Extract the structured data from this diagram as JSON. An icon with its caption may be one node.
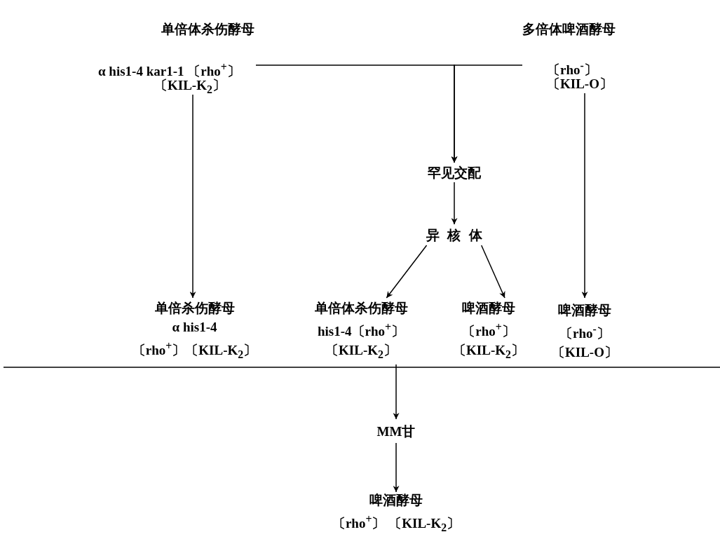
{
  "diagram": {
    "nodes": [
      {
        "text": [
          "单倍体杀伤酵母",
          "α his1-4 kar1-1 〔rho$^{+}$〕",
          "〔KIL-K$_{2}$〕"
        ]
      },
      {
        "text": [
          "多倍体啤酒酵母",
          "〔rho$^{-}$〕",
          "〔KIL-O〕"
        ]
      },
      {
        "text": [
          "罕见交配"
        ]
      },
      {
        "text": [
          "异核体"
        ]
      },
      {
        "text": [
          "单倍杀伤酵母",
          "α his1-4",
          "〔rho$^{+}$〕〔KIL-K$_{2}$〕"
        ]
      },
      {
        "text": [
          "单倍体杀伤酵母",
          "his1-4〔rho$^{+}$〕",
          "〔KIL-K$_{2}$〕"
        ]
      },
      {
        "text": [
          "啤酒酵母",
          "〔rho$^{+}$〕",
          "〔KIL-K$_{2}$〕"
        ]
      },
      {
        "text": [
          "啤酒酵母",
          "〔rho$^{-}$〕",
          "〔KIL-O〕"
        ]
      },
      {
        "text": [
          "MM甘"
        ]
      },
      {
        "text": [
          "啤酒酵母",
          "〔rho$^{+}$〕 〔KIL-K$_{2}$〕"
        ]
      }
    ],
    "edges": [
      {
        "from": 0,
        "to": 4,
        "arrow": "to"
      },
      {
        "from": 1,
        "to": 7,
        "arrow": "to"
      },
      {
        "from": 0,
        "to": 2,
        "arrow": "to"
      },
      {
        "from": 1,
        "to": 2,
        "arrow": "to"
      },
      {
        "from": 2,
        "to": 3,
        "arrow": "to"
      },
      {
        "from": 3,
        "to": 5,
        "arrow": "to"
      },
      {
        "from": 3,
        "to": 6,
        "arrow": "to"
      },
      {
        "from": 5,
        "to": 8,
        "arrow": "to"
      },
      {
        "from": 8,
        "to": 9,
        "arrow": "to"
      }
    ]
  }
}
